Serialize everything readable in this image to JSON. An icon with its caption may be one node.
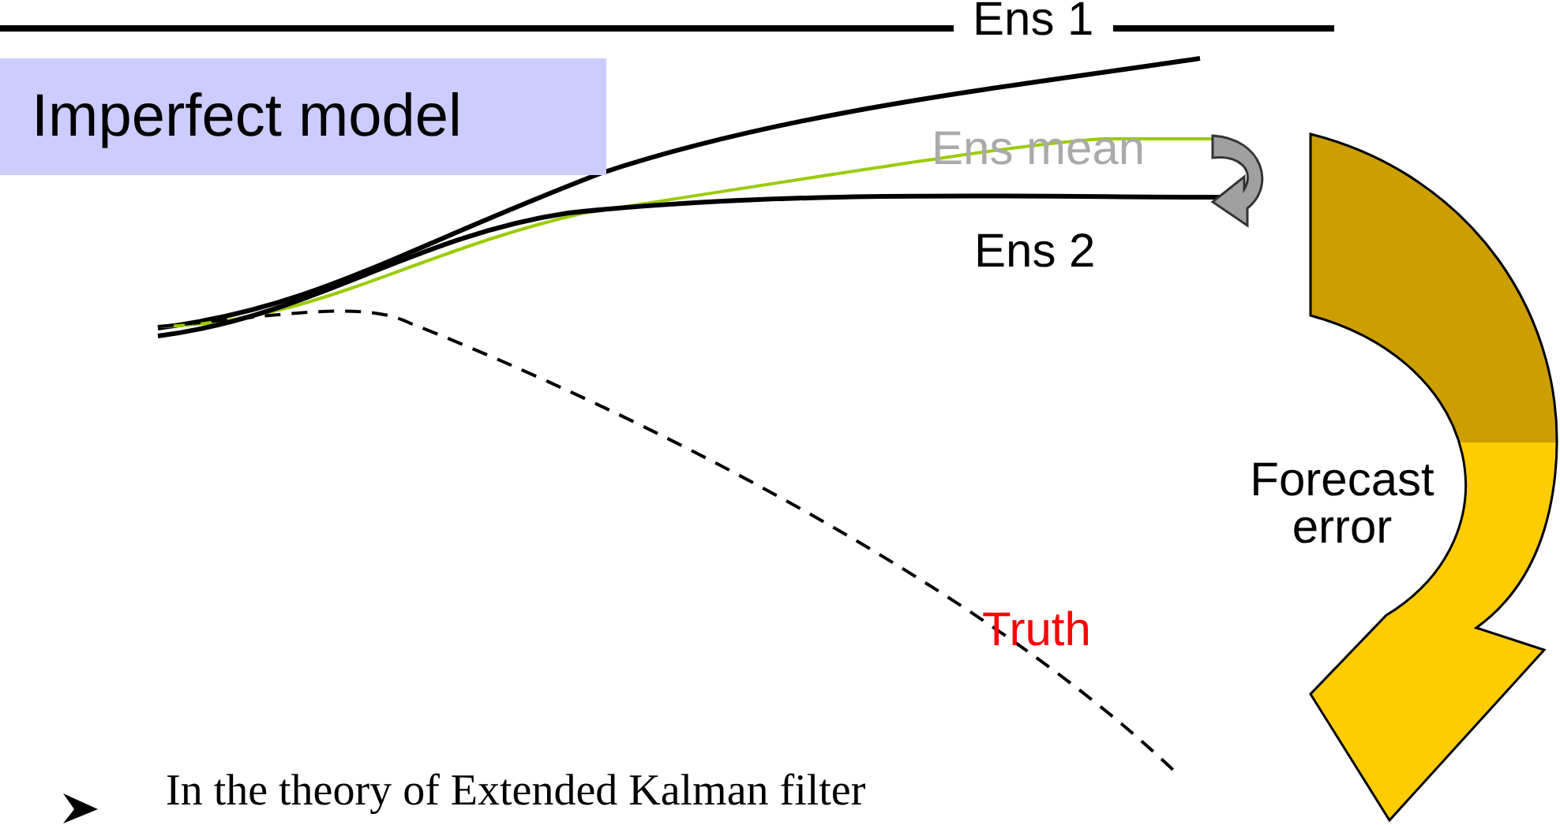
{
  "diagram": {
    "nodes": [
      {
        "text": [
          "Imperfect model"
        ]
      }
    ],
    "labels": [
      "Ens 1",
      "Ens mean",
      "Ens 2",
      "Forecast error",
      "Truth",
      "In the theory of Extended Kalman filter"
    ]
  }
}
